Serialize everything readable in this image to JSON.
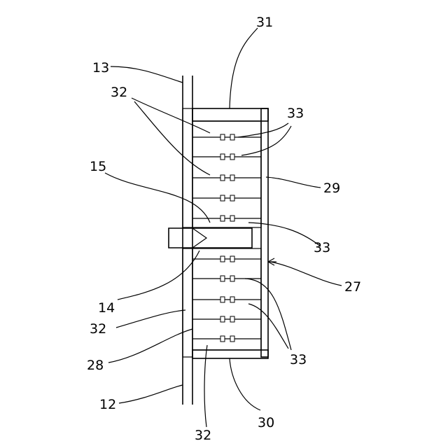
{
  "labels": {
    "l31": "31",
    "l13": "13",
    "l32a": "32",
    "l33a": "33",
    "l15": "15",
    "l29": "29",
    "l33b": "33",
    "l27": "27",
    "l14": "14",
    "l32b": "32",
    "l28": "28",
    "l33c": "33",
    "l12": "12",
    "l30": "30",
    "l32c": "32"
  }
}
